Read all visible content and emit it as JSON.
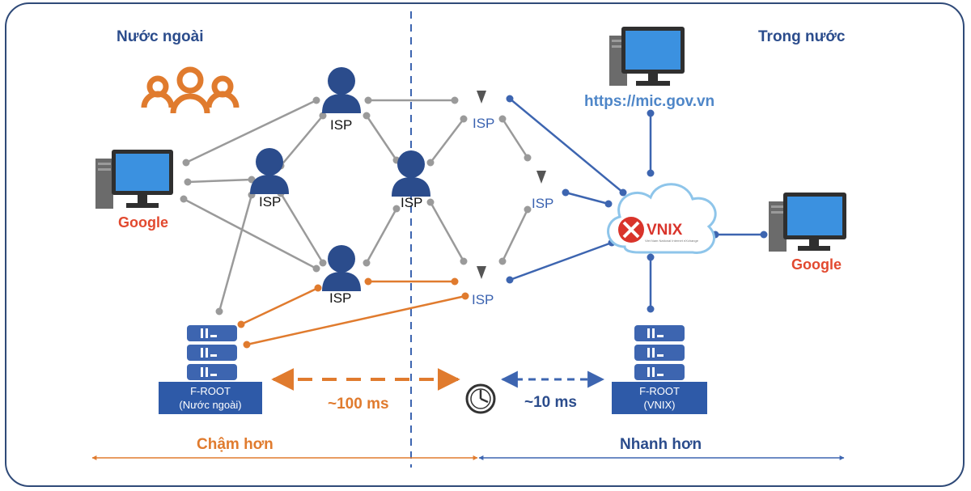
{
  "regions": {
    "foreign": "Nước ngoài",
    "domestic": "Trong nước"
  },
  "isp_label": "ISP",
  "google_label": "Google",
  "url_label": "https://mic.gov.vn",
  "vnix": {
    "logo_text": "VNIX",
    "tagline": "Viet Nam National Internet eXchange"
  },
  "servers": {
    "foreign": {
      "line1": "F-ROOT",
      "line2": "(Nước ngoài)"
    },
    "vnix": {
      "line1": "F-ROOT",
      "line2": "(VNIX)"
    }
  },
  "latency": {
    "foreign": "~100 ms",
    "domestic": "~10 ms"
  },
  "speed": {
    "slower": "Chậm hơn",
    "faster": "Nhanh hơn"
  },
  "colors": {
    "navy": "#2b4c8c",
    "orange": "#e07b2e",
    "red": "#e2492f",
    "gray": "#9a9a9a",
    "blue_line": "#3d65b0"
  }
}
